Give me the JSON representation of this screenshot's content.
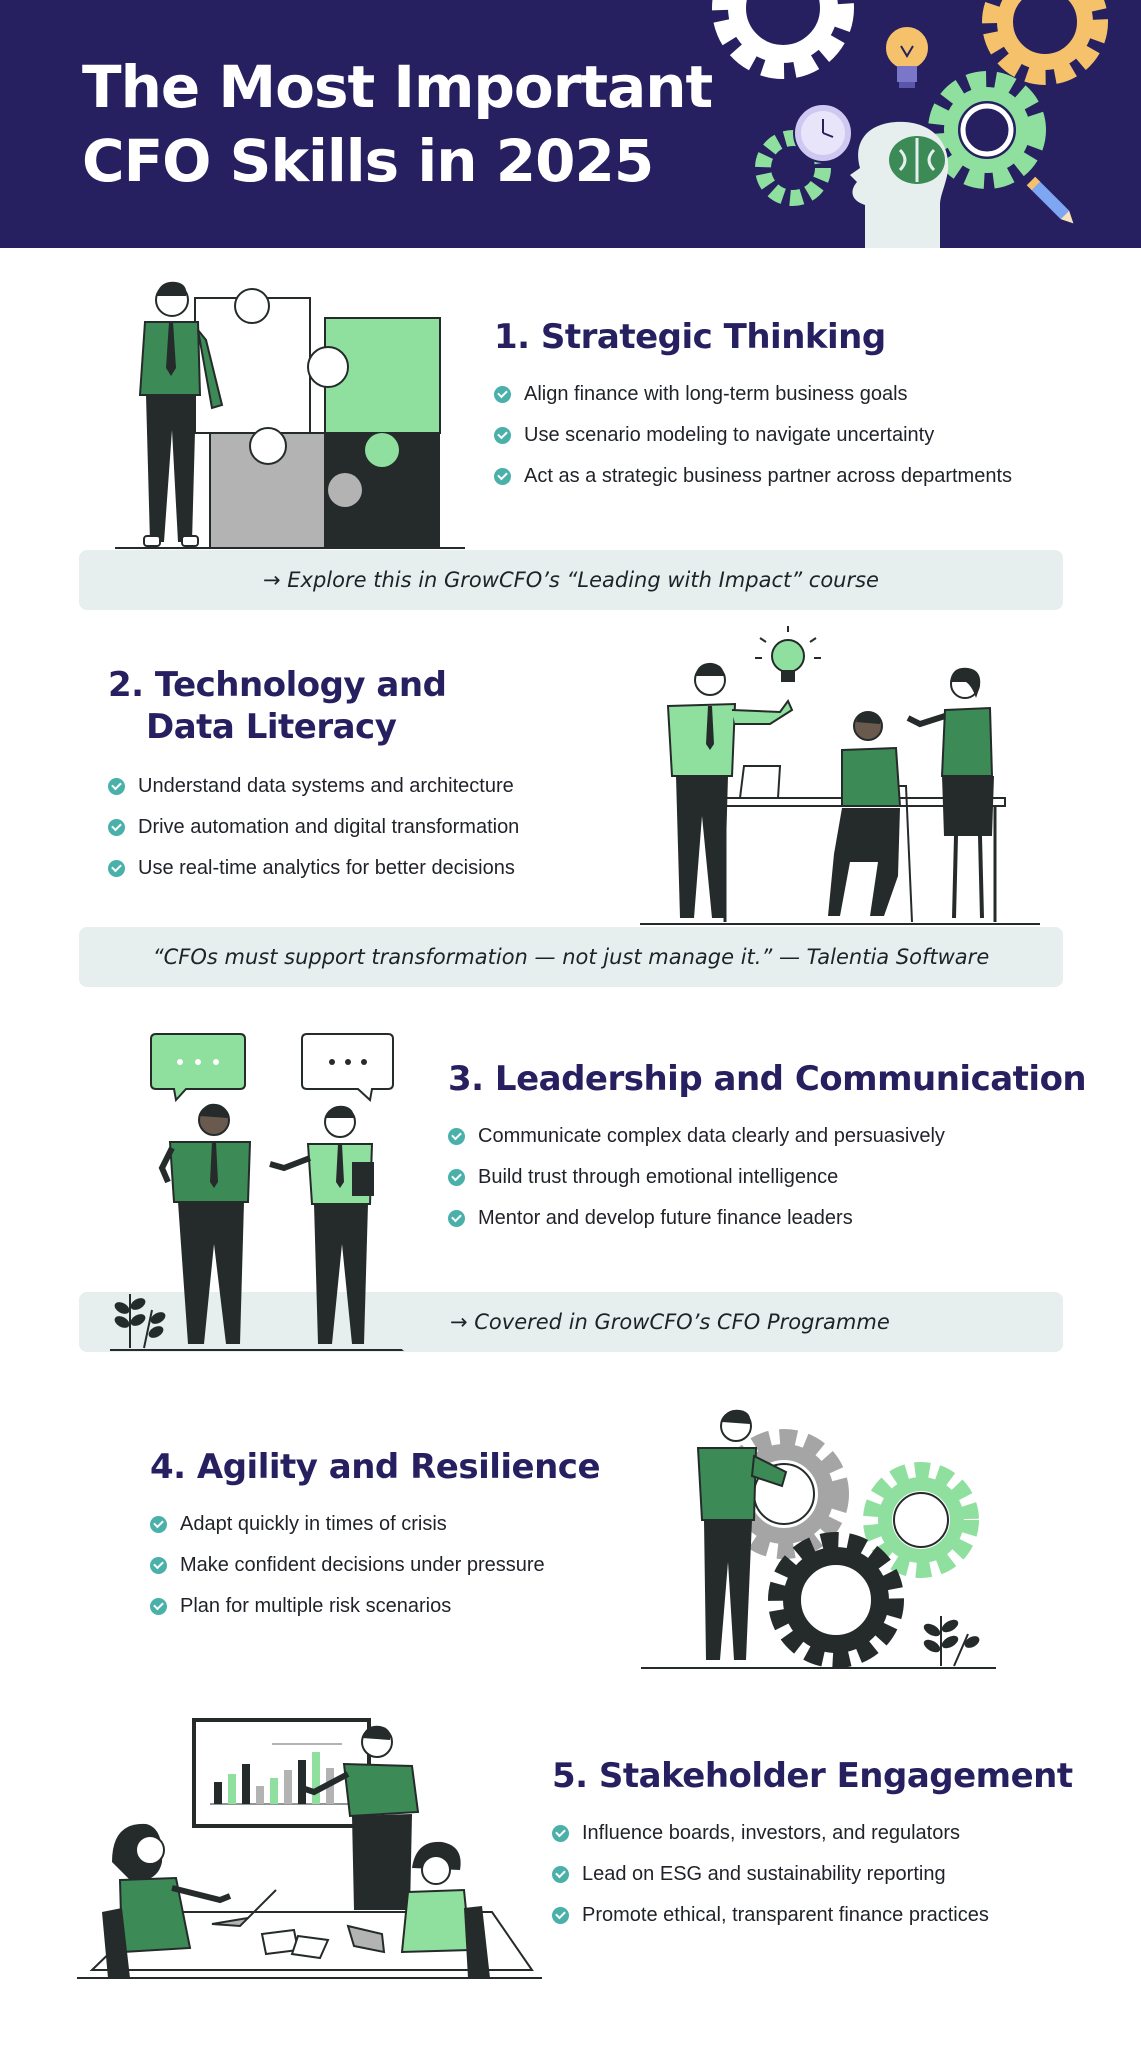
{
  "header": {
    "title_line1": "The Most Important",
    "title_line2": "CFO Skills in 2025"
  },
  "sections": [
    {
      "title": "1. Strategic Thinking",
      "bullets": [
        "Align finance with long-term business goals",
        "Use scenario modeling to navigate uncertainty",
        "Act as a strategic business partner across departments"
      ],
      "banner": "→ Explore this in GrowCFO’s “Leading with Impact” course"
    },
    {
      "title_line1": "2. Technology and",
      "title_line2": "Data Literacy",
      "bullets": [
        "Understand data systems and architecture",
        "Drive automation and digital transformation",
        "Use real-time analytics for better decisions"
      ],
      "banner": "“CFOs must support transformation — not just manage it.”   — Talentia Software"
    },
    {
      "title": "3. Leadership and Communication",
      "bullets": [
        "Communicate complex data clearly and persuasively",
        "Build trust through emotional intelligence",
        "Mentor and develop future finance leaders"
      ],
      "banner": "→ Covered in GrowCFO’s CFO Programme"
    },
    {
      "title": "4. Agility and Resilience",
      "bullets": [
        "Adapt quickly in times of crisis",
        "Make confident decisions under pressure",
        "Plan for multiple risk scenarios"
      ]
    },
    {
      "title": "5. Stakeholder Engagement",
      "bullets": [
        "Influence boards, investors, and regulators",
        "Lead on ESG and sustainability reporting",
        "Promote ethical, transparent finance practices"
      ]
    }
  ],
  "illustrations": {
    "header": "gears-lightbulb-head-icon",
    "s1": "businessman-puzzle-illustration",
    "s2": "team-meeting-lightbulb-illustration",
    "s3": "two-men-talking-illustration",
    "s4": "man-holding-gear-illustration",
    "s5": "presentation-meeting-illustration"
  },
  "colors": {
    "navy": "#262060",
    "green": "#8fdf9f",
    "dark_green": "#3c8a56",
    "teal": "#4ab0aa",
    "banner_bg": "#e6efed",
    "dark": "#252b2b"
  }
}
